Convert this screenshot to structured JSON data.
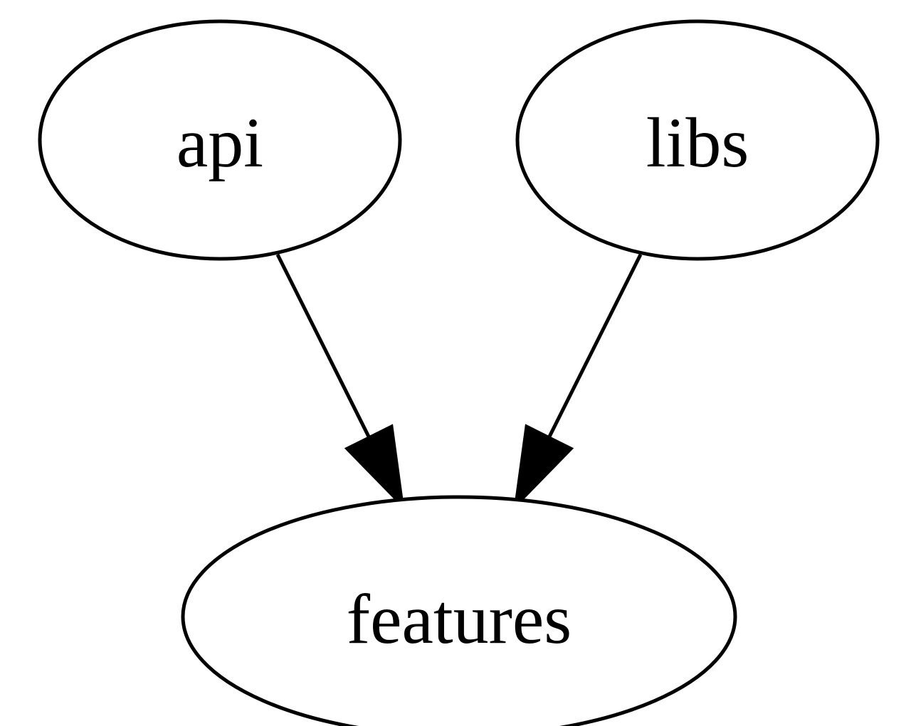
{
  "graph": {
    "nodes": [
      {
        "id": "api",
        "label": "api"
      },
      {
        "id": "libs",
        "label": "libs"
      },
      {
        "id": "features",
        "label": "features"
      }
    ],
    "edges": [
      {
        "from": "api",
        "to": "features"
      },
      {
        "from": "libs",
        "to": "features"
      }
    ]
  },
  "colors": {
    "stroke": "#000000",
    "fill": "#ffffff",
    "background": "#ffffff"
  }
}
